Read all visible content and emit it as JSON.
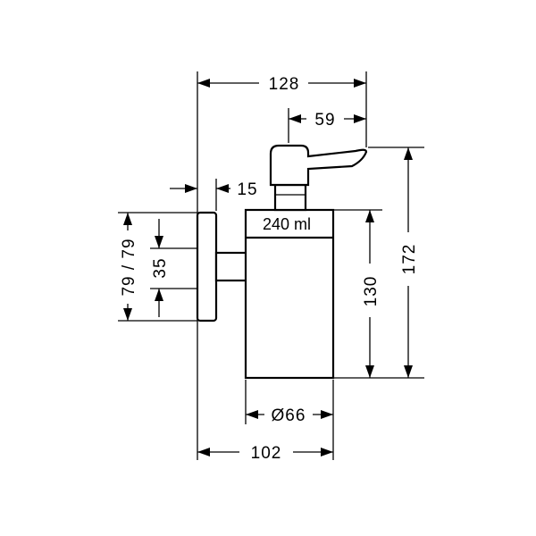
{
  "drawing": {
    "capacity_label": "240 ml",
    "dimensions": {
      "overall_width": "128",
      "spout_length": "59",
      "wall_offset": "15",
      "base_height": "79 / 79",
      "fixing_distance": "35",
      "container_height": "130",
      "total_height": "172",
      "container_diameter": "Ø66",
      "wall_to_front": "102"
    }
  }
}
